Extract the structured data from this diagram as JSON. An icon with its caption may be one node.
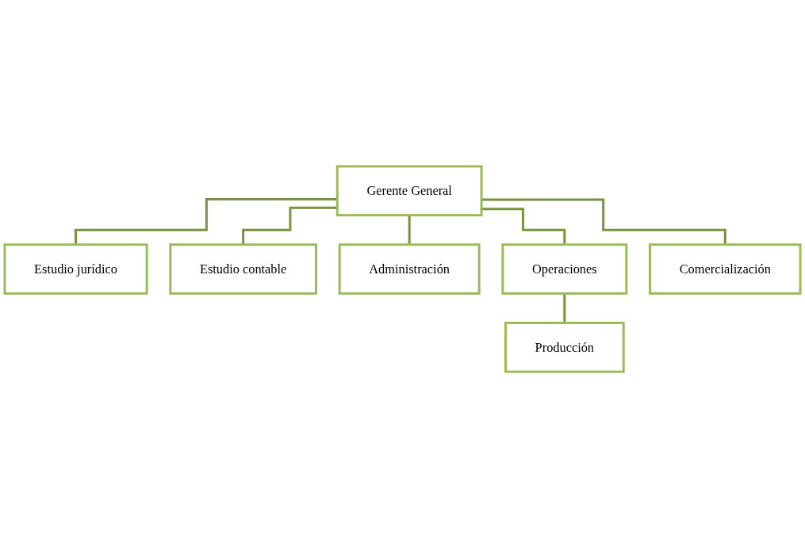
{
  "diagram": {
    "nodes": [
      {
        "text": [
          "Gerente General"
        ]
      },
      {
        "text": [
          "Estudio jurídico"
        ]
      },
      {
        "text": [
          "Estudio contable"
        ]
      },
      {
        "text": [
          "Administración"
        ]
      },
      {
        "text": [
          "Operaciones"
        ]
      },
      {
        "text": [
          "Comercialización"
        ]
      },
      {
        "text": [
          "Producción"
        ]
      }
    ],
    "edges": [
      {
        "from": 0,
        "to": 1,
        "arrow": "none"
      },
      {
        "from": 0,
        "to": 2,
        "arrow": "none"
      },
      {
        "from": 0,
        "to": 3,
        "arrow": "none"
      },
      {
        "from": 0,
        "to": 4,
        "arrow": "none"
      },
      {
        "from": 0,
        "to": 5,
        "arrow": "none"
      },
      {
        "from": 4,
        "to": 6,
        "arrow": "none"
      }
    ]
  }
}
